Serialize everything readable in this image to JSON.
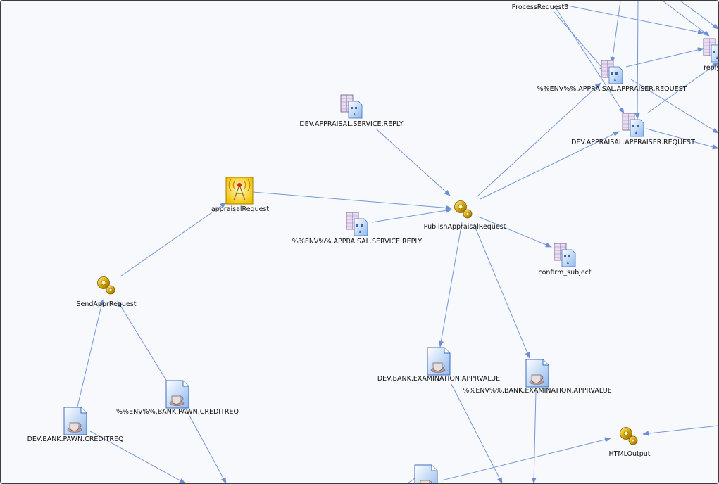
{
  "nodes": [
    {
      "id": "n1",
      "label": "ProcessRequest3",
      "icon": "none"
    },
    {
      "id": "n2",
      "label": "reply",
      "icon": "queue-icon"
    },
    {
      "id": "n3",
      "label": "%%ENV%%.APPRAISAL.APPRAISER.REQUEST",
      "icon": "queue-icon"
    },
    {
      "id": "n4",
      "label": "DEV.APPRAISAL.SERVICE.REPLY",
      "icon": "queue-icon"
    },
    {
      "id": "n5",
      "label": "DEV.APPRAISAL.APPRAISER.REQUEST",
      "icon": "queue-icon"
    },
    {
      "id": "n6",
      "label": "appraisalRequest",
      "icon": "broadcast-icon"
    },
    {
      "id": "n7",
      "label": "PublishAppraisalRequest",
      "icon": "gear-icon"
    },
    {
      "id": "n8",
      "label": "%%ENV%%.APPRAISAL.SERVICE.REPLY",
      "icon": "queue-icon"
    },
    {
      "id": "n9",
      "label": "confirm_subject",
      "icon": "queue-icon"
    },
    {
      "id": "n10",
      "label": "SendApprRequest",
      "icon": "gear-icon"
    },
    {
      "id": "n11",
      "label": "DEV.BANK.EXAMINATION.APPRVALUE",
      "icon": "document-icon"
    },
    {
      "id": "n12",
      "label": "%%ENV%%.BANK.EXAMINATION.APPRVALUE",
      "icon": "document-icon"
    },
    {
      "id": "n13",
      "label": "%%ENV%%.BANK.PAWN.CREDITREQ",
      "icon": "document-icon"
    },
    {
      "id": "n14",
      "label": "DEV.BANK.PAWN.CREDITREQ",
      "icon": "document-icon"
    },
    {
      "id": "n15",
      "label": "HTMLOutput",
      "icon": "gear-icon"
    },
    {
      "id": "n16",
      "label": "",
      "icon": "document-icon"
    }
  ],
  "edges": [
    {
      "from": "n4",
      "to": "n7"
    },
    {
      "from": "n6",
      "to": "n7"
    },
    {
      "from": "n8",
      "to": "n7"
    },
    {
      "from": "n7",
      "to": "n3"
    },
    {
      "from": "n7",
      "to": "n5"
    },
    {
      "from": "n7",
      "to": "n9"
    },
    {
      "from": "n7",
      "to": "n11"
    },
    {
      "from": "n7",
      "to": "n12"
    },
    {
      "from": "n10",
      "to": "n6"
    },
    {
      "from": "n14",
      "to": "n10"
    },
    {
      "from": "n13",
      "to": "n10"
    },
    {
      "from": "n1",
      "to": "n2"
    },
    {
      "from": "n3",
      "to": "n2"
    },
    {
      "from": "n16",
      "to": "n15"
    }
  ],
  "colors": {
    "edge": "#7497d6",
    "background": "#f8f9fd",
    "label": "#111111"
  }
}
